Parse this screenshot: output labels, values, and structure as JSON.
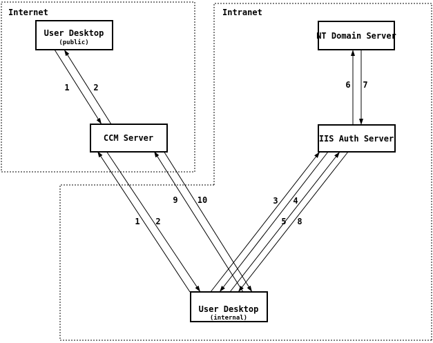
{
  "diagram": {
    "colors": {
      "background": "#ffffff",
      "line": "#000000"
    },
    "zones": {
      "internet": {
        "label": "Internet"
      },
      "intranet": {
        "label": "Intranet"
      }
    },
    "nodes": {
      "user_desktop_public": {
        "title": "User Desktop",
        "subtitle": "(public)",
        "zone": "internet"
      },
      "ccm_server": {
        "title": "CCM Server",
        "zone": "internet"
      },
      "nt_domain_server": {
        "title": "NT Domain Server",
        "zone": "intranet"
      },
      "iis_auth_server": {
        "title": "IIS Auth Server",
        "zone": "intranet"
      },
      "user_desktop_internal": {
        "title": "User Desktop",
        "subtitle": "(internal)",
        "zone": "internal-network"
      }
    },
    "edges": [
      {
        "label": "1",
        "from": "user_desktop_public",
        "to": "ccm_server"
      },
      {
        "label": "2",
        "from": "ccm_server",
        "to": "user_desktop_public"
      },
      {
        "label": "1",
        "from": "user_desktop_internal",
        "to": "ccm_server"
      },
      {
        "label": "2",
        "from": "ccm_server",
        "to": "user_desktop_internal"
      },
      {
        "label": "9",
        "from": "user_desktop_internal",
        "to": "ccm_server"
      },
      {
        "label": "10",
        "from": "ccm_server",
        "to": "user_desktop_internal"
      },
      {
        "label": "6",
        "from": "iis_auth_server",
        "to": "nt_domain_server"
      },
      {
        "label": "7",
        "from": "nt_domain_server",
        "to": "iis_auth_server"
      },
      {
        "label": "3",
        "from": "user_desktop_internal",
        "to": "iis_auth_server"
      },
      {
        "label": "4",
        "from": "iis_auth_server",
        "to": "user_desktop_internal"
      },
      {
        "label": "5",
        "from": "user_desktop_internal",
        "to": "iis_auth_server"
      },
      {
        "label": "8",
        "from": "iis_auth_server",
        "to": "user_desktop_internal"
      }
    ]
  }
}
